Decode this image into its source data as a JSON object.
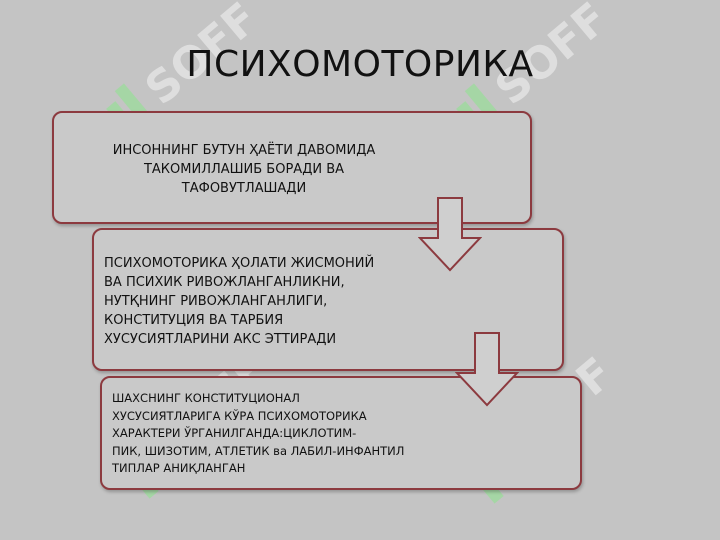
{
  "slide": {
    "title": "ПСИХОМОТОРИКА",
    "boxes": [
      {
        "text": "ИНСОННИНГ БУТУН ҲАЁТИ ДАВОМИДА\nТАКОМИЛЛАШИБ БОРАДИ ВА\nТАФОВУТЛАШАДИ"
      },
      {
        "text": "ПСИХОМОТОРИКА ҲОЛАТИ ЖИСМОНИЙ\nВА ПСИХИК РИВОЖЛАНГАНЛИКНИ,\nНУТҚНИНГ РИВОЖЛАНГАНЛИГИ,\nКОНСТИТУЦИЯ ВА ТАРБИЯ\nХУСУСИЯТЛАРИНИ АКС ЭТТИРАДИ"
      },
      {
        "text": "ШАХСНИНГ КОНСТИТУЦИОНАЛ\nХУСУСИЯТЛАРИГА КЎРА  ПСИХОМОТОРИКА\nХАРАКТЕРИ ЎРГАНИЛГАНДА:ЦИКЛОТИМ-\nПИК, ШИЗОТИМ, АТЛЕТИК ва  ЛАБИЛ-ИНФАНТИЛ\nТИПЛАР АНИҚЛАНГАН"
      }
    ]
  },
  "watermark": {
    "text": "SOFF"
  },
  "colors": {
    "background": "#c4c4c4",
    "box_border": "#8c3a3f",
    "box_fill": "#c9c9c9",
    "text": "#111111"
  }
}
